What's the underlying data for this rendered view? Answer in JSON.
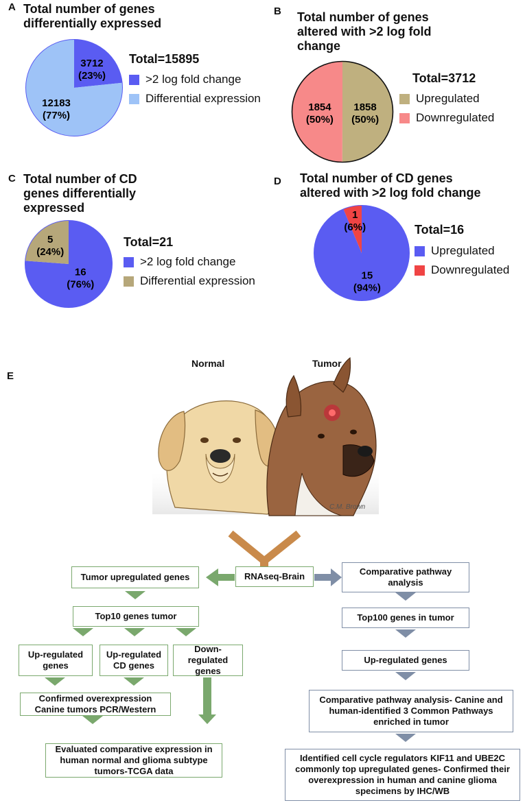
{
  "panels": [
    {
      "letter": "A",
      "title_lines": [
        "Total number of genes",
        "differentially expressed"
      ],
      "total": "Total=15895",
      "legend": [
        {
          "label": ">2 log fold change",
          "color": "#5a5cf2"
        },
        {
          "label": "Differential expression",
          "color": "#9ec3f7"
        }
      ],
      "slice_labels": [
        {
          "value": "3712",
          "pct": "(23%)"
        },
        {
          "value": "12183",
          "pct": "(77%)"
        }
      ]
    },
    {
      "letter": "B",
      "title_lines": [
        "Total number of genes",
        "altered with >2 log fold",
        "change"
      ],
      "total": "Total=3712",
      "legend": [
        {
          "label": "Upregulated",
          "color": "#bfb07f"
        },
        {
          "label": "Downregulated",
          "color": "#f78989"
        }
      ],
      "slice_labels": [
        {
          "value": "1858",
          "pct": "(50%)"
        },
        {
          "value": "1854",
          "pct": "(50%)"
        }
      ]
    },
    {
      "letter": "C",
      "title_lines": [
        "Total number of CD",
        "genes differentially",
        "expressed"
      ],
      "total": "Total=21",
      "legend": [
        {
          "label": ">2 log fold change",
          "color": "#5a5cf2"
        },
        {
          "label": "Differential expression",
          "color": "#b6a77a"
        }
      ],
      "slice_labels": [
        {
          "value": "16",
          "pct": "(76%)"
        },
        {
          "value": "5",
          "pct": "(24%)"
        }
      ]
    },
    {
      "letter": "D",
      "title_lines": [
        "Total number of CD genes",
        "altered with >2 log fold change"
      ],
      "total": "Total=16",
      "legend": [
        {
          "label": "Upregulated",
          "color": "#5a5cf2"
        },
        {
          "label": "Downregulated",
          "color": "#f04444"
        }
      ],
      "slice_labels": [
        {
          "value": "15",
          "pct": "(94%)"
        },
        {
          "value": "1",
          "pct": "(6%)"
        }
      ]
    }
  ],
  "chart_data": [
    {
      "type": "pie",
      "panel": "A",
      "title": "Total number of genes differentially expressed",
      "series": [
        {
          "name": ">2 log fold change",
          "value": 3712,
          "percent": 23,
          "color": "#5a5cf2"
        },
        {
          "name": "Differential expression",
          "value": 12183,
          "percent": 77,
          "color": "#9ec3f7"
        }
      ],
      "total": "Total=15895",
      "legend_position": "right"
    },
    {
      "type": "pie",
      "panel": "B",
      "title": "Total number of genes altered with >2 log fold change",
      "series": [
        {
          "name": "Upregulated",
          "value": 1858,
          "percent": 50,
          "color": "#bfb07f"
        },
        {
          "name": "Downregulated",
          "value": 1854,
          "percent": 50,
          "color": "#f78989"
        }
      ],
      "total": "Total=3712",
      "legend_position": "right"
    },
    {
      "type": "pie",
      "panel": "C",
      "title": "Total number of CD genes differentially expressed",
      "series": [
        {
          "name": ">2 log fold change",
          "value": 16,
          "percent": 76,
          "color": "#5a5cf2"
        },
        {
          "name": "Differential expression",
          "value": 5,
          "percent": 24,
          "color": "#b6a77a"
        }
      ],
      "total": "Total=21",
      "legend_position": "right"
    },
    {
      "type": "pie",
      "panel": "D",
      "title": "Total number of CD genes altered with >2 log fold change",
      "series": [
        {
          "name": "Upregulated",
          "value": 15,
          "percent": 94,
          "color": "#5a5cf2"
        },
        {
          "name": "Downregulated",
          "value": 1,
          "percent": 6,
          "color": "#f04444"
        }
      ],
      "total": "Total=16",
      "legend_position": "right"
    }
  ],
  "figure_e": {
    "letter": "E",
    "normal_label": "Normal",
    "tumor_label": "Tumor",
    "signature": "C.M. Brown",
    "boxes": {
      "rnaseq": "RNAseq-Brain",
      "tumor_up": "Tumor upregulated genes",
      "top10": "Top10 genes tumor",
      "upreg_genes": "Up-regulated genes",
      "upreg_cd": "Up-regulated CD genes",
      "downreg": "Down-regulated genes",
      "confirmed": "Confirmed overexpression Canine tumors PCR/Western",
      "evaluated": "Evaluated comparative expression in human normal and glioma subtype tumors-TCGA data",
      "comp_path": "Comparative pathway analysis",
      "top100": "Top100 genes in tumor",
      "upreg_right": "Up-regulated genes",
      "comp_canine": "Comparative pathway analysis- Canine and human-identified 3 Common Pathways enriched in tumor",
      "identified": "Identified cell cycle regulators KIF11 and UBE2C commonly top upregulated genes- Confirmed their overexpression in human and canine glioma specimens by IHC/WB"
    },
    "colors": {
      "green": "#7aa86d",
      "blue": "#7f8ea6",
      "brown": "#c98a4b"
    }
  }
}
